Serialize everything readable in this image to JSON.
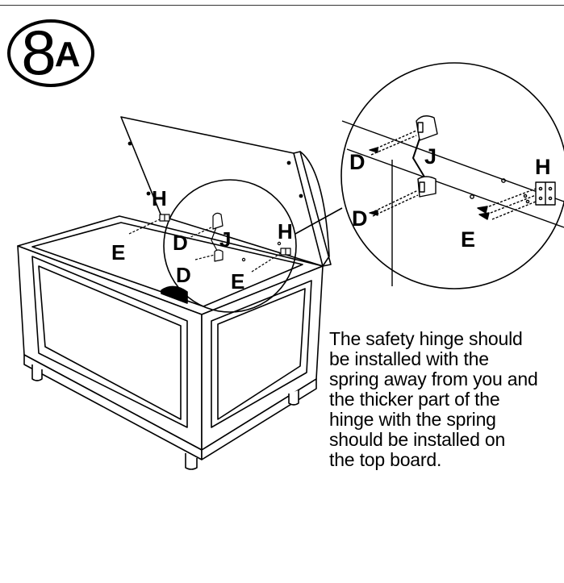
{
  "step": {
    "number": "8",
    "sub": "A"
  },
  "labels": {
    "hinge": "H",
    "screw_d": "D",
    "screw_e": "E",
    "safety_hinge": "J"
  },
  "instruction_lines": [
    "The safety hinge should",
    "be installed with the",
    "spring away from you and",
    "the thicker part of the",
    "hinge with the spring",
    "should be installed on",
    "the top board."
  ]
}
